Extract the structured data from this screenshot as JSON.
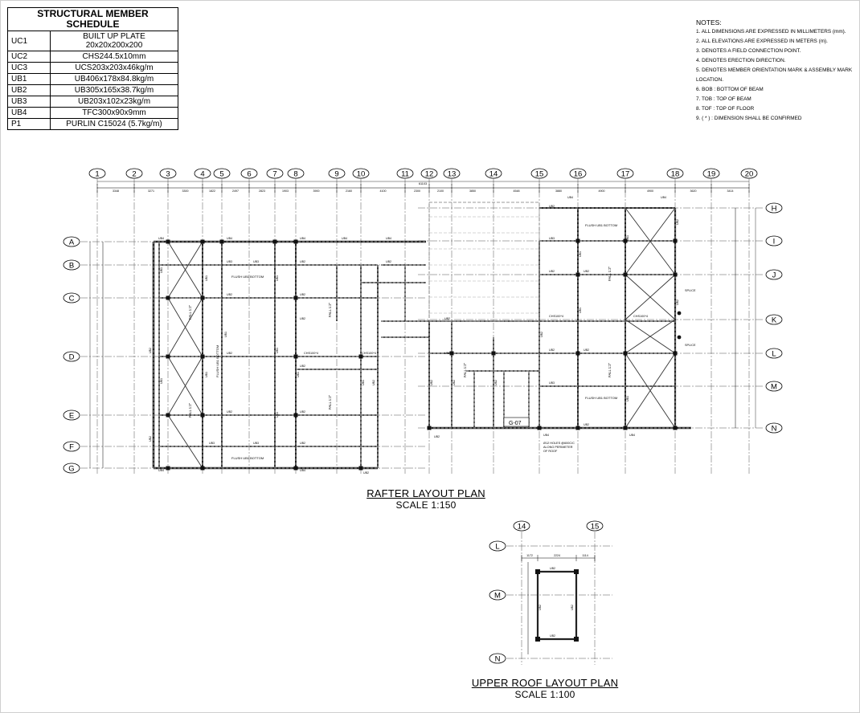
{
  "schedule": {
    "title_line1": "STRUCTURAL MEMBER",
    "title_line2": "SCHEDULE",
    "rows": [
      {
        "mark": "UC1",
        "desc": "BUILT UP PLATE 20x20x200x200"
      },
      {
        "mark": "UC2",
        "desc": "CHS244.5x10mm"
      },
      {
        "mark": "UC3",
        "desc": "UCS203x203x46kg/m"
      },
      {
        "mark": "UB1",
        "desc": "UB406x178x84.8kg/m"
      },
      {
        "mark": "UB2",
        "desc": "UB305x165x38.7kg/m"
      },
      {
        "mark": "UB3",
        "desc": "UB203x102x23kg/m"
      },
      {
        "mark": "UB4",
        "desc": "TFC300x90x9mm"
      },
      {
        "mark": "P1",
        "desc": "PURLIN C15024 (5.7kg/m)"
      }
    ]
  },
  "notes": {
    "title": "NOTES:",
    "items": [
      "1. ALL DIMENSIONS ARE EXPRESSED IN MILLIMETERS (mm).",
      "2. ALL ELEVATIONS ARE EXPRESSED IN METERS (m).",
      "3.  DENOTES A FIELD CONNECTION POINT.",
      "4.  DENOTES ERECTION DIRECTION.",
      "5.  DENOTES MEMBER ORIENTATION MARK & ASSEMBLY MARK LOCATION.",
      "6. BOB : BOTTOM OF BEAM",
      "7. TOB : TOP OF BEAM",
      "8. TOF : TOP OF FLOOR",
      "9. ( * ) : DIMENSION SHALL BE CONFIRMED"
    ]
  },
  "rafter_plan": {
    "title": "RAFTER LAYOUT PLAN",
    "scale": "SCALE  1:150",
    "grid_cols": [
      "1",
      "2",
      "3",
      "4",
      "5",
      "6",
      "7",
      "8",
      "9",
      "10",
      "11",
      "12",
      "13",
      "14",
      "15",
      "16",
      "17",
      "18",
      "19",
      "20"
    ],
    "grid_rows_left": [
      "A",
      "B",
      "C",
      "D",
      "E",
      "F",
      "G"
    ],
    "grid_rows_right": [
      "H",
      "I",
      "J",
      "K",
      "L",
      "M",
      "N"
    ],
    "col_dims": [
      "3348",
      "3271",
      "3300",
      "1822",
      "2497",
      "2823",
      "1903",
      "3900",
      "2160",
      "4100",
      "2300",
      "2100",
      "3850",
      "4548",
      "3880",
      "4900",
      "4900",
      "3620",
      "3414"
    ],
    "overall_dim": "61103",
    "labels": {
      "flush_ub1_bottom": "FLUSH UB1 BOTTOM",
      "flush_ub1_bottom_2": "FLUSH UB1 BOTTOM",
      "flush_ub1_bottom_3": "FLUSH UB1 BOTTOM",
      "flush_ub1_bottom_4": "FLUSH UB1 BOTTOM",
      "flush_ub1_bottom_5": "FLUSH UB1 BOTTOM",
      "fall_1": "FALL 1:2\"",
      "fall_2": "FALL 1:2\"",
      "fall_3": "FALL 1:2\"",
      "fall_4": "FALL 1:2\"",
      "fall_5": "FALL 1:2\"",
      "fall_6": "FALL 1:2\"",
      "fall_7": "FALL 1:2\"",
      "chs_1": "CHS100*4",
      "chs_2": "CHS100*4",
      "chs_3": "CHS100*4",
      "chs_4": "CHS100*4",
      "splice_1": "SPLICE",
      "splice_2": "SPLICE",
      "g07": "G-07",
      "holes_line1": "Ø12 HOLES @600C/C",
      "holes_line2": "ALONG PERIMETER",
      "holes_line3": "OF ROOF"
    }
  },
  "upper_plan": {
    "title": "UPPER ROOF LAYOUT PLAN",
    "scale": "SCALE  1:100",
    "grid_cols": [
      "14",
      "15"
    ],
    "grid_rows": [
      "L",
      "M",
      "N"
    ],
    "dims": [
      "1172",
      "2224",
      "1114"
    ],
    "member": "UB2"
  }
}
